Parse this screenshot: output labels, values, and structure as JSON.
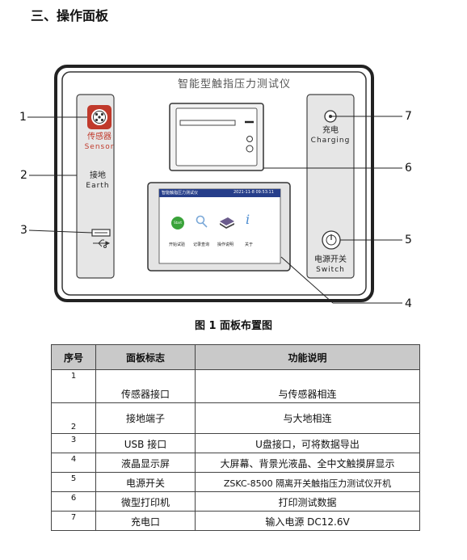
{
  "heading": "三、操作面板",
  "panel": {
    "title": "智能型触指压力测试仪",
    "sensor_cn": "传感器",
    "sensor_en": "Sensor",
    "earth_cn": "接地",
    "earth_en": "Earth",
    "charging_cn": "充电",
    "charging_en": "Charging",
    "switch_cn": "电源开关",
    "switch_en": "Switch",
    "screen": {
      "titlebar": "智能触指压力测试仪",
      "status": "2021-11-8    09:53:11",
      "start_icon_text": "Start",
      "buttons": [
        "开始试验",
        "记录查询",
        "操作说明",
        "关于"
      ]
    }
  },
  "callouts": [
    "1",
    "2",
    "3",
    "4",
    "5",
    "6",
    "7"
  ],
  "caption": "图 1 面板布置图",
  "table": {
    "headers": [
      "序号",
      "面板标志",
      "功能说明"
    ],
    "rows": [
      [
        "1",
        "传感器接口",
        "与传感器相连"
      ],
      [
        "2",
        "接地端子",
        "与大地相连"
      ],
      [
        "3",
        "USB 接口",
        "U盘接口，可将数据导出"
      ],
      [
        "4",
        "液晶显示屏",
        "大屏幕、背景光液晶、全中文触摸屏显示"
      ],
      [
        "5",
        "电源开关",
        "ZSKC-8500 隔离开关触指压力测试仪开机"
      ],
      [
        "6",
        "微型打印机",
        "打印测试数据"
      ],
      [
        "7",
        "充电口",
        "输入电源 DC12.6V"
      ]
    ]
  },
  "colors": {
    "sensor": "#c0392b",
    "screen_bar": "#263e8a",
    "table_header": "#c9c9c9"
  }
}
